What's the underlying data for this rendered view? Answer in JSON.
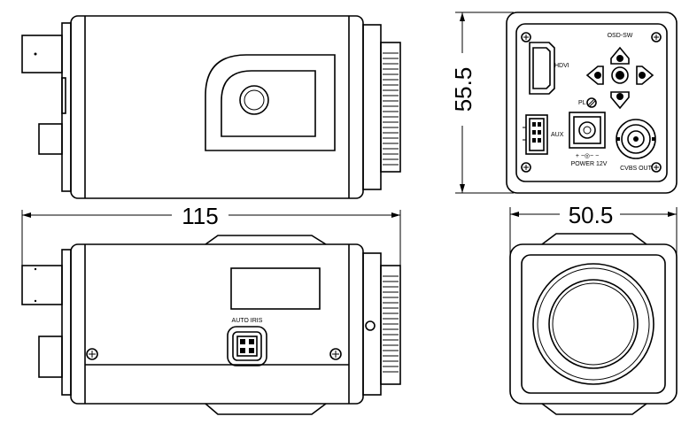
{
  "dimensions": {
    "length": "115",
    "height": "55.5",
    "width": "50.5"
  },
  "rear_panel": {
    "hdvi_label": "HDVI",
    "osd_label": "OSD-SW",
    "pl_label": "PL",
    "aux_label": "AUX",
    "power_label": "POWER  12V",
    "power_polarity": "+  −◎−  −",
    "cvbs_label": "CVBS OUT"
  },
  "side_view": {
    "auto_iris_label": "AUTO  IRIS"
  }
}
